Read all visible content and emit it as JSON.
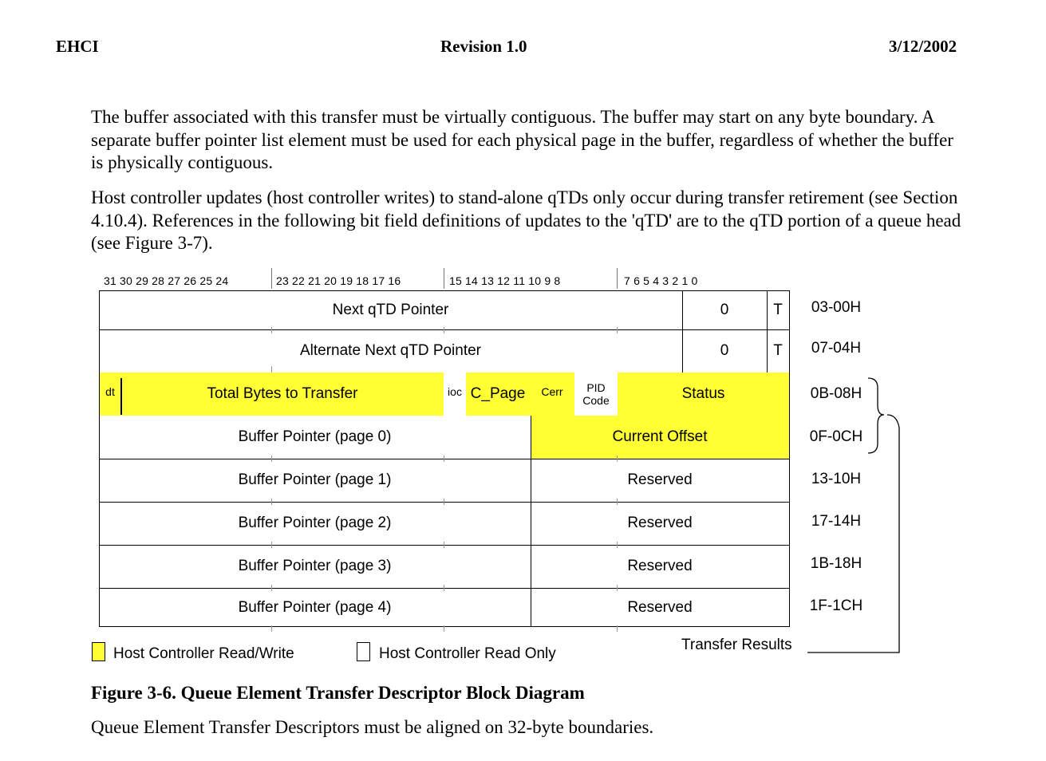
{
  "header": {
    "left": "EHCI",
    "center": "Revision 1.0",
    "right": "3/12/2002"
  },
  "paragraphs": [
    "The buffer associated with this transfer must be virtually contiguous. The buffer may start on any byte boundary. A separate buffer pointer list element must be used for each physical page in the buffer, regardless of whether the buffer is physically contiguous.",
    "Host controller updates (host controller writes) to stand-alone qTDs only occur during transfer retirement (see Section 4.10.4). References in the following bit field definitions of updates to the 'qTD' are to the qTD portion of a queue head (see Figure 3-7)."
  ],
  "bit_ranges": [
    "31 30 29 28 27 26 25 24",
    "23 22 21 20 19 18 17 16",
    "15 14 13 12 11 10 9 8",
    "7 6 5 4 3 2 1 0"
  ],
  "rows": {
    "r0": {
      "main": "Next qTD Pointer",
      "zero": "0",
      "t": "T",
      "offset": "03-00H"
    },
    "r1": {
      "main": "Alternate Next qTD Pointer",
      "zero": "0",
      "t": "T",
      "offset": "07-04H"
    },
    "r2": {
      "dt": "dt",
      "total": "Total Bytes to Transfer",
      "ioc": "ioc",
      "cpage": "C_Page",
      "cerr": "Cerr",
      "pid_line1": "PID",
      "pid_line2": "Code",
      "status": "Status",
      "offset": "0B-08H"
    },
    "r3": {
      "main": "Buffer Pointer (page 0)",
      "right": "Current Offset",
      "offset": "0F-0CH"
    },
    "r4": {
      "main": "Buffer Pointer (page 1)",
      "right": "Reserved",
      "offset": "13-10H"
    },
    "r5": {
      "main": "Buffer Pointer (page 2)",
      "right": "Reserved",
      "offset": "17-14H"
    },
    "r6": {
      "main": "Buffer Pointer (page 3)",
      "right": "Reserved",
      "offset": "1B-18H"
    },
    "r7": {
      "main": "Buffer Pointer (page 4)",
      "right": "Reserved",
      "offset": "1F-1CH"
    }
  },
  "transfer_results_label": "Transfer Results",
  "legend": {
    "read_write": "Host Controller Read/Write",
    "read_only": "Host Controller Read Only",
    "read_write_color": "#ffff33"
  },
  "caption": "Figure 3-6. Queue Element Transfer Descriptor Block Diagram",
  "footer_paragraph": "Queue Element Transfer Descriptors must be aligned on 32-byte boundaries."
}
